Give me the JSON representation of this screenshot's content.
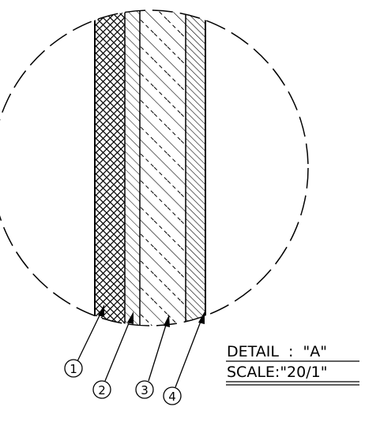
{
  "detail": {
    "title_line": "DETAIL  :  \"A\"",
    "scale_line": "SCALE:\"20/1\""
  },
  "callouts": [
    {
      "label": "1"
    },
    {
      "label": "2"
    },
    {
      "label": "3"
    },
    {
      "label": "4"
    }
  ],
  "colors": {
    "ink": "#000000",
    "background": "#ffffff"
  }
}
